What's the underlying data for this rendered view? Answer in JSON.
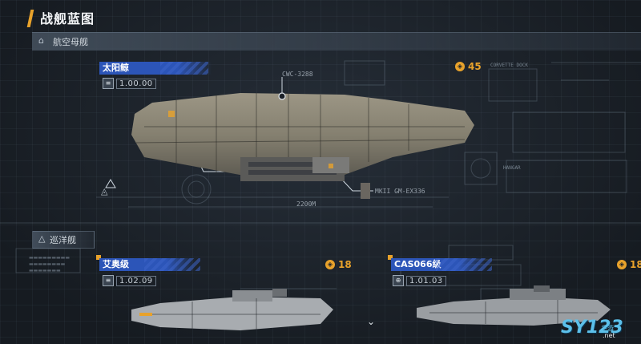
{
  "header": {
    "title": "战舰蓝图"
  },
  "sections": {
    "carrier": {
      "label": "航空母舰",
      "icon": "hangar-icon"
    },
    "cruiser": {
      "label": "巡洋舰",
      "icon": "triangle-ship-icon"
    }
  },
  "ships": {
    "main": {
      "name": "太阳鲸",
      "level": "1.00.00",
      "cost": "45",
      "length": "2200M",
      "callout_top": "CWC-3288",
      "callout_bottom": "MKII GM-EX336"
    },
    "cruiser1": {
      "name": "艾奥级",
      "level": "1.02.09",
      "cost": "18"
    },
    "cruiser2": {
      "name": "CAS066级",
      "level": "1.01.03",
      "cost": "18"
    }
  },
  "blueprint": {
    "label_right": "CORVETTE DOCK",
    "label_side": "HANGAR"
  },
  "footer": {
    "logo": "SY123",
    "logo_sub": "手游",
    "logo_net": ".net"
  },
  "colors": {
    "accent": "#e8a22b",
    "name_plate": "#2c55b8",
    "background": "#1b2129"
  }
}
